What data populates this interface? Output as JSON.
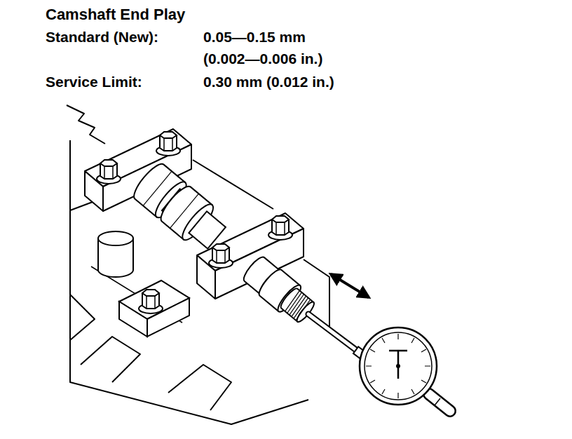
{
  "diagram": {
    "title": "Camshaft End Play",
    "labels": [
      "Standard (New):",
      "0.05—0.15 mm",
      "(0.002—0.006 in.)",
      "Service Limit:",
      "0.30 mm (0.012 in.)"
    ]
  }
}
